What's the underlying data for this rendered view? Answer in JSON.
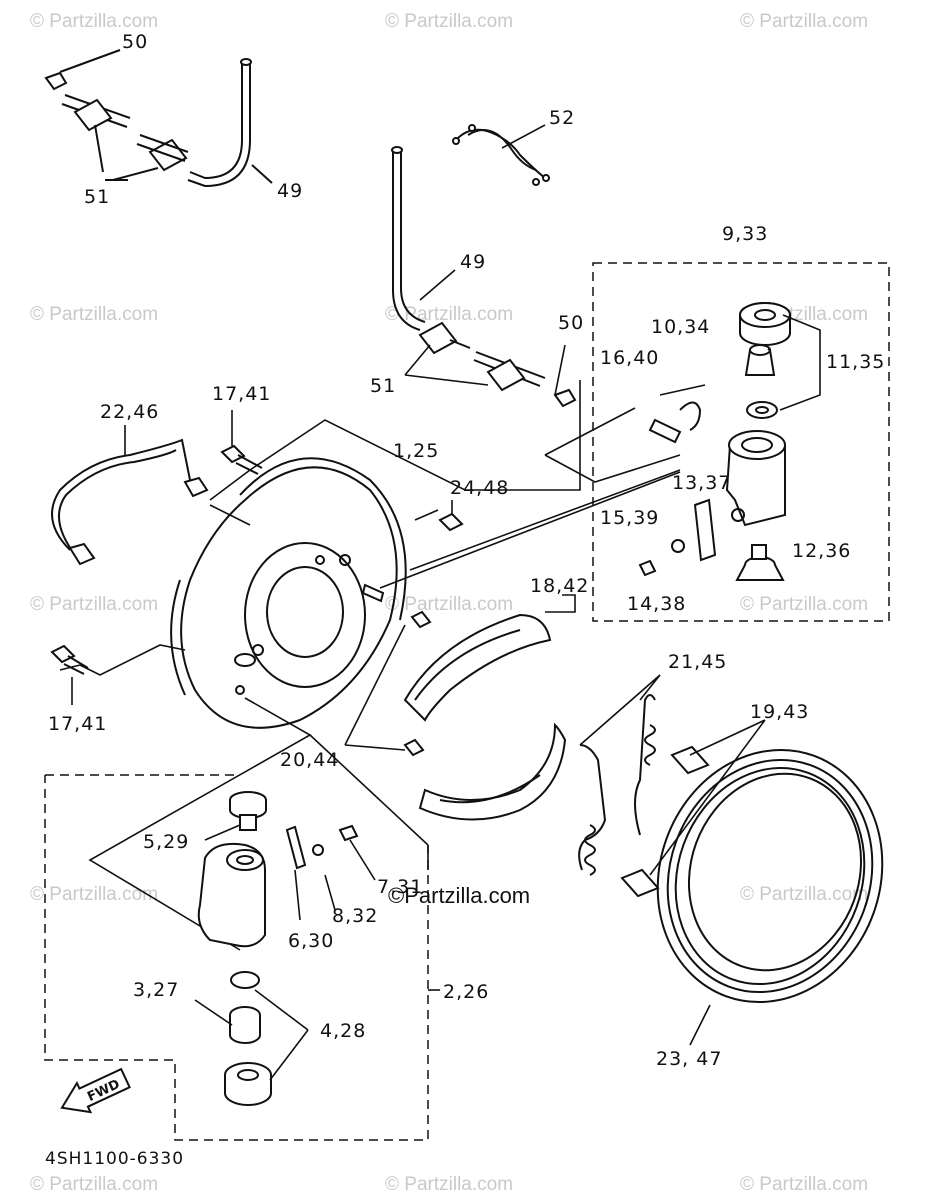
{
  "watermark": "© Partzilla.com",
  "center_watermark": "©Partzilla.com",
  "diagram_code": "4SH1100-6330",
  "fwd_label": "FWD",
  "callouts": {
    "c50a": "50",
    "c51a": "51",
    "c49a": "49",
    "c52": "52",
    "c49b": "49",
    "c50b": "50",
    "c51b": "51",
    "c933": "9,33",
    "c1034": "10,34",
    "c1135": "11,35",
    "c1640": "16,40",
    "c1337": "13,37",
    "c1539": "15,39",
    "c1236": "12,36",
    "c1438": "14,38",
    "c2246": "22,46",
    "c1741a": "17,41",
    "c125": "1,25",
    "c2448": "24,48",
    "c1842": "18,42",
    "c1741b": "17,41",
    "c2145": "21,45",
    "c1943": "19,43",
    "c2044": "20,44",
    "c529": "5,29",
    "c731": "7,31",
    "c832": "8,32",
    "c630": "6,30",
    "c226": "2,26",
    "c327": "3,27",
    "c428": "4,28",
    "c2347": "23, 47"
  },
  "colors": {
    "line": "#111111",
    "watermark": "#c9c9c9",
    "background": "#ffffff"
  }
}
